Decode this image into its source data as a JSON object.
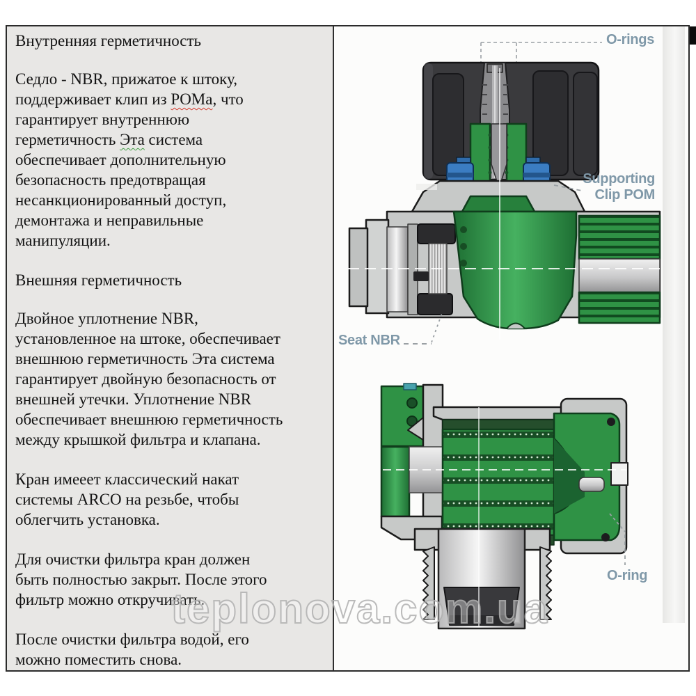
{
  "window": {
    "watermark": "teplonova.com.ua"
  },
  "left_panel": {
    "heading_internal": "Внутренняя герметичность",
    "p_internal": {
      "s1": "Седло - NBR, прижатое к штоку,\nподдерживает клип из ",
      "pom": "POMa",
      "s2": ", что\nгарантирует внутреннюю\nгерметичность ",
      "eta": "Эта",
      "s3": " система\nобеспечивает дополнительную\nбезопасность предотвращая\nнесанкционированный доступ,\nдемонтажа и неправильные\nманипуляции."
    },
    "heading_external": "Внешняя герметичность",
    "p_external": "Двойное уплотнение NBR,\nустановленное на штоке, обеспечивает\nвнешнюю герметичность Эта система\nгарантирует двойную безопасность от\nвнешней утечки. Уплотнение NBR\nобеспечивает внешнюю  герметичность\nмежду крышкой  фильтра и клапана.",
    "p_thread": "Кран  имееет классический накат\nсистемы ARCO на резьбе, чтобы\nоблегчить установка.",
    "p_cleaning": "Для очистки фильтра кран должен\nбыть полностью закрыт. После этого\nфильтр можно откручивать.",
    "p_reinstall": "После очистки фильтра водой, его\nможно поместить снова."
  },
  "diagram_labels": {
    "o_rings": "O-rings",
    "supporting_line1": "Supporting",
    "supporting_line2": "Clip POM",
    "seat_nbr": "Seat NBR",
    "o_ring": "O-ring"
  },
  "colors": {
    "label_text": "#7f98a8",
    "valve_green": "#2f9245",
    "clip_blue": "#3b7dc2",
    "body_gray": "#c7c9c8",
    "handle_dark": "#3a3a3d",
    "panel_bg": "#e8e7e5"
  }
}
